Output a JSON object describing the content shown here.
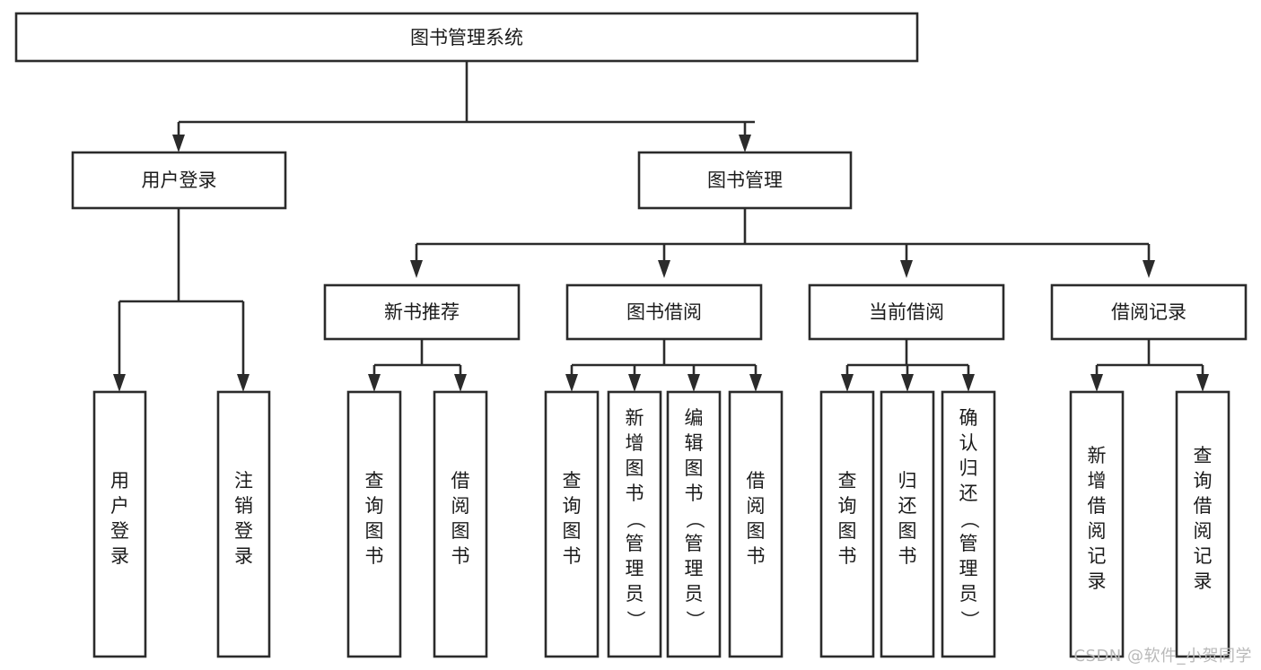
{
  "diagram": {
    "title": "图书管理系统",
    "type": "tree-hierarchy-chart",
    "colors": {
      "box_stroke": "#2b2b2b",
      "box_fill": "#ffffff",
      "text": "#1b1b1b",
      "background": "#ffffff",
      "watermark": "#b9b9b9"
    },
    "root": {
      "label": "图书管理系统"
    },
    "level2": [
      {
        "label": "用户登录"
      },
      {
        "label": "图书管理"
      }
    ],
    "level3": [
      {
        "label": "新书推荐"
      },
      {
        "label": "图书借阅"
      },
      {
        "label": "当前借阅"
      },
      {
        "label": "借阅记录"
      }
    ],
    "leaves": {
      "user_login": [
        {
          "label": "用户登录"
        },
        {
          "label": "注销登录"
        }
      ],
      "new_book_recommend": [
        {
          "label": "查询图书"
        },
        {
          "label": "借阅图书"
        }
      ],
      "book_borrow": [
        {
          "label": "查询图书"
        },
        {
          "label": "新增图书（管理员）"
        },
        {
          "label": "编辑图书（管理员）"
        },
        {
          "label": "借阅图书"
        }
      ],
      "current_borrow": [
        {
          "label": "查询图书"
        },
        {
          "label": "归还图书"
        },
        {
          "label": "确认归还（管理员）"
        }
      ],
      "borrow_record": [
        {
          "label": "新增借阅记录"
        },
        {
          "label": "查询借阅记录"
        }
      ]
    }
  },
  "watermark": {
    "text": "CSDN @软件_小贺同学"
  }
}
